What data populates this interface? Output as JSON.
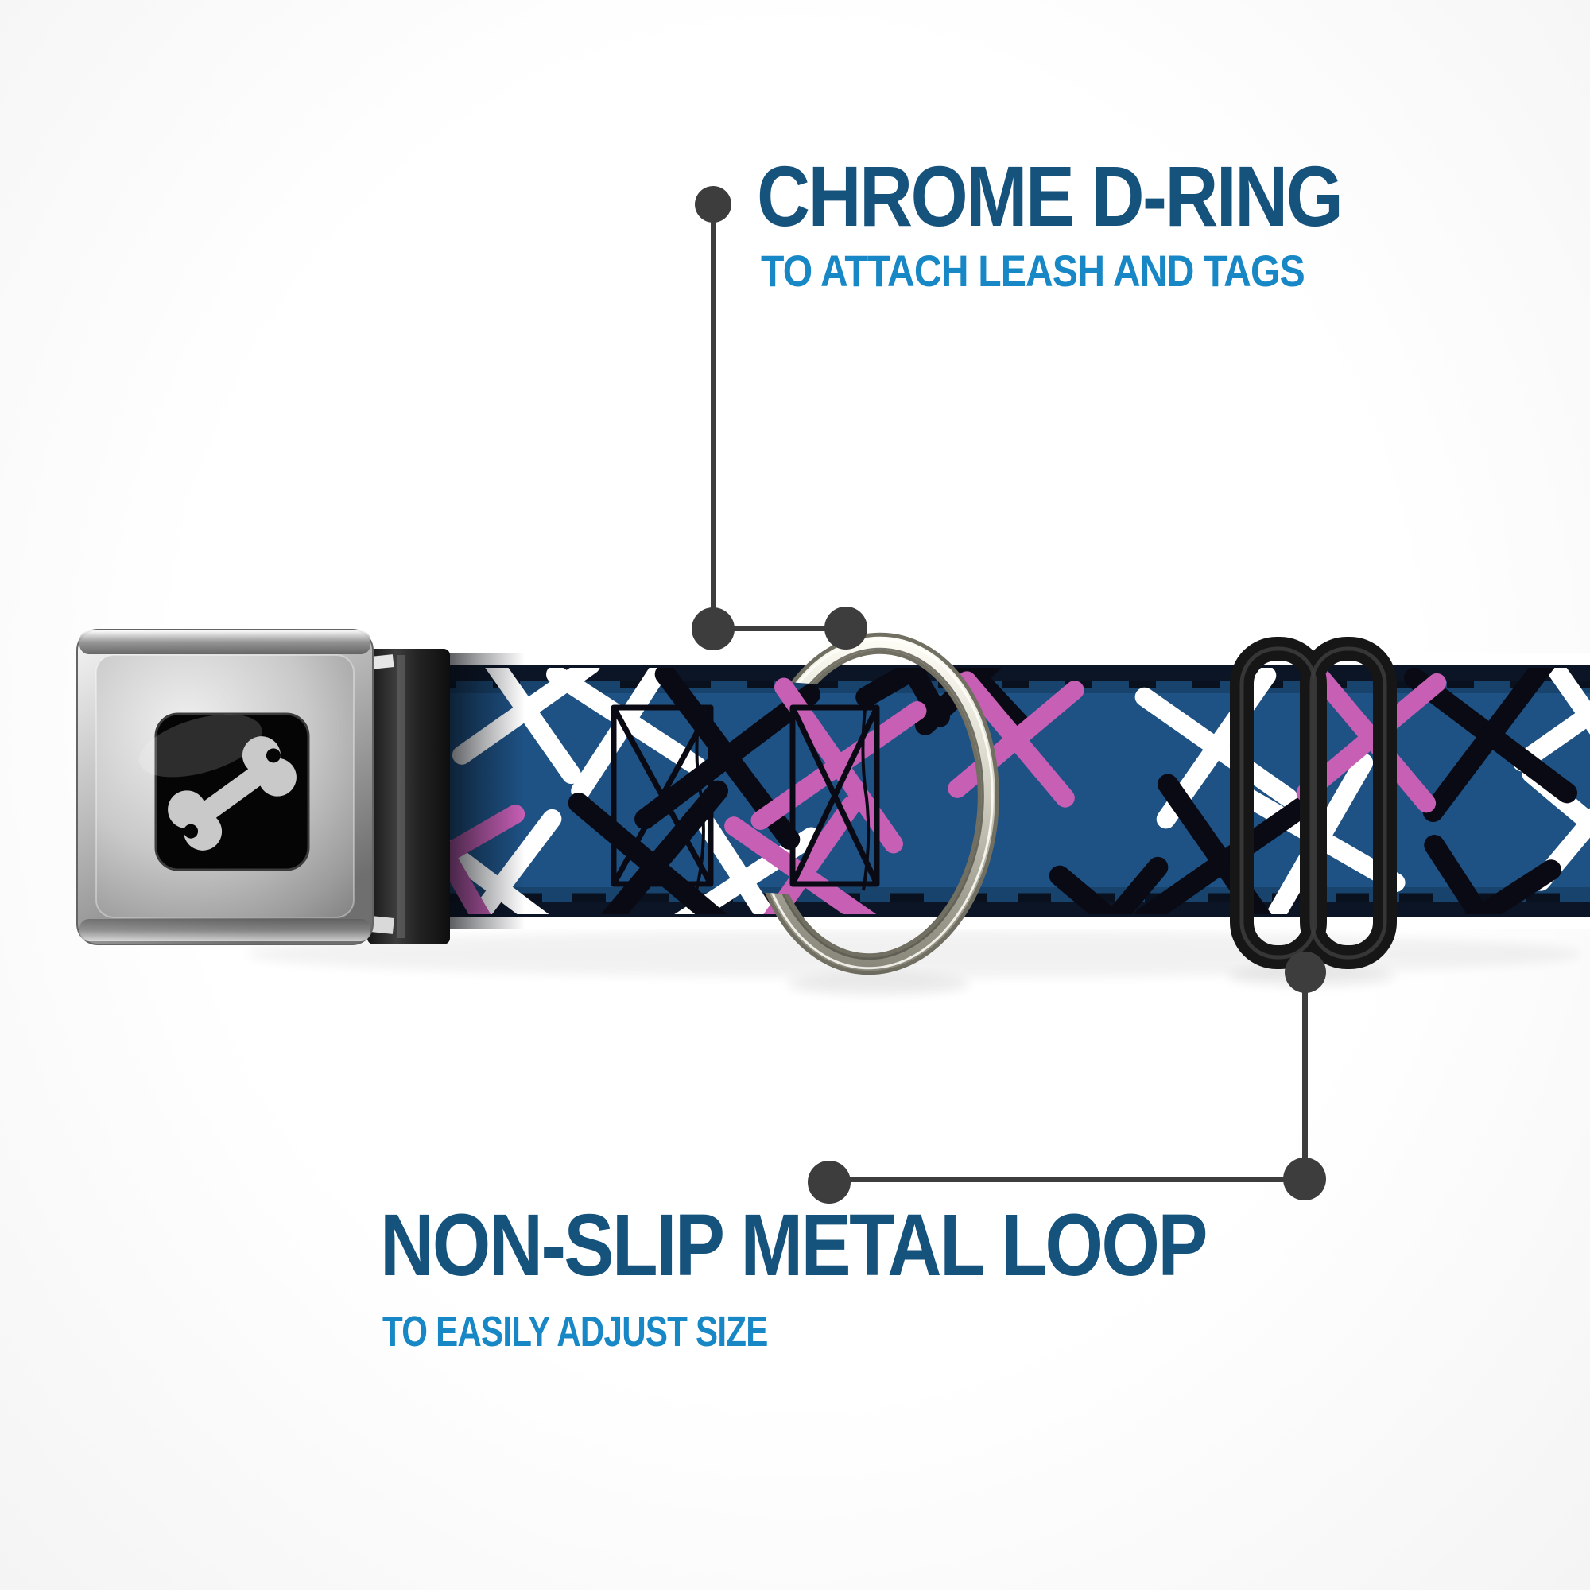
{
  "annotations": {
    "top": {
      "title": "CHROME D-RING",
      "subtitle": "TO ATTACH LEASH AND TAGS"
    },
    "bottom": {
      "title": "NON-SLIP METAL LOOP",
      "subtitle": "TO EASILY ADJUST SIZE"
    }
  },
  "colors": {
    "title": "#15527C",
    "subtitle": "#1787C5",
    "callout": "#3D3D3D",
    "strap_blue": "#1E5285",
    "strap_edge_black": "#0B1526",
    "pattern_black": "#0A0A14",
    "pattern_white": "#FFFFFF",
    "pattern_pink": "#C75FB5",
    "slider_black": "#161616",
    "buckle_window": "#050505",
    "bone_gray": "#C9C9C9"
  },
  "product": {
    "description": "seatbelt-buckle dog collar, blue webbing with scattered X brush pattern",
    "buckle_icon": "dog-bone-icon",
    "parts": [
      "seatbelt-buckle",
      "collar-strap",
      "chrome-d-ring",
      "adjustment-slider"
    ]
  }
}
